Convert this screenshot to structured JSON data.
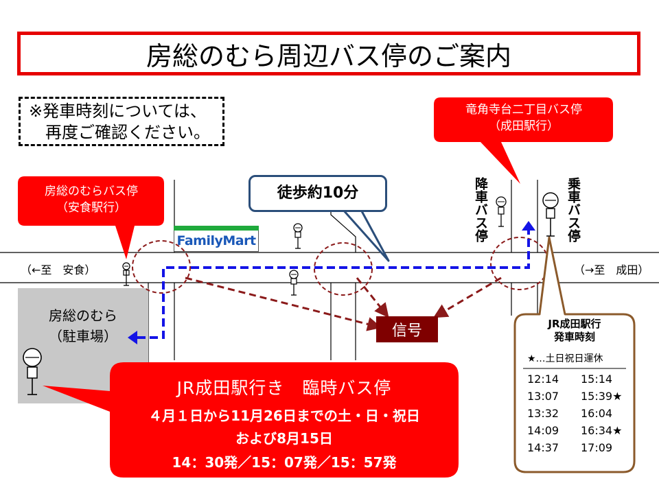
{
  "title": "房総のむら周辺バス停のご案内",
  "notice": [
    "※発車時刻については、",
    "再度ご確認ください。"
  ],
  "stops": {
    "ryukakuji": {
      "name": "竜角寺台二丁目バス停",
      "direction": "（成田駅行）"
    },
    "bosonomura": {
      "name": "房総のむらバス停",
      "direction": "（安食駅行）"
    }
  },
  "labels": {
    "walk": "徒歩約10分",
    "alight": "降車バス停",
    "board": "乗車バス停",
    "to_ajiki": "（←至　安食）",
    "to_narita": "（→至　成田）",
    "parking_line1": "房総のむら",
    "parking_line2": "（駐車場）",
    "signal": "信号",
    "store": "FamilyMart"
  },
  "temporary": {
    "title": "JR成田駅行き　臨時バス停",
    "line2": "４月１日から11月26日までの土・日・祝日",
    "line3": "および8月15日",
    "times": "14：30発／15：07発／15：57発"
  },
  "timetable": {
    "title_line1": "JR成田駅行",
    "title_line2": "発車時刻",
    "note": "★…土日祝日運休",
    "col1": [
      "12:14",
      "13:07",
      "13:32",
      "14:09",
      "14:37"
    ],
    "col2": [
      "15:14",
      "15:39★",
      "16:04",
      "16:34★",
      "17:09"
    ]
  },
  "colors": {
    "callout_red": "#ff0000",
    "title_border": "#e60000",
    "signal": "#7f0000",
    "walk_route": "#1414e6",
    "drive_route": "#8b1a1a",
    "timetable_border": "#8b5a2b",
    "familymart_green": "#1faa3c",
    "familymart_blue": "#1a58b8"
  },
  "icons": [
    "bus-stop-sign-icon"
  ]
}
